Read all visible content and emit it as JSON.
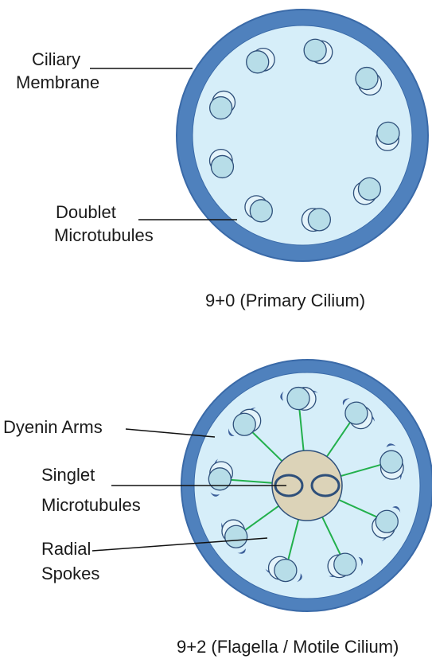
{
  "diagram": {
    "title": "",
    "colors": {
      "outer_ring": "#4f81bd",
      "outer_ring_stroke": "#3a6aa8",
      "cytoplasm": "#d6eef9",
      "tubule_fill": "#b7dde8",
      "tubule_stroke": "#2e4f7a",
      "arm_fill": "#3b5e99",
      "spoke": "#22b04c",
      "central_sheath": "#dcd3b8",
      "leader": "#111111"
    },
    "top": {
      "caption": "9+0 (Primary Cilium)",
      "labels": {
        "membrane_line1": "Ciliary",
        "membrane_line2": "Membrane",
        "doublet_line1": "Doublet",
        "doublet_line2": "Microtubules"
      }
    },
    "bottom": {
      "caption": "9+2 (Flagella / Motile Cilium)",
      "labels": {
        "dynein": "Dyenin Arms",
        "singlet_line1": "Singlet",
        "singlet_line2": "Microtubules",
        "radial_line1": "Radial",
        "radial_line2": "Spokes"
      }
    }
  }
}
